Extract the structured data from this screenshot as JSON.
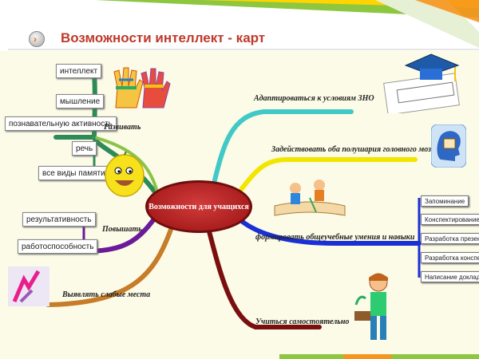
{
  "title": "Возможности интеллект - карт",
  "center_label": "Возможности для учащихся",
  "branches": {
    "develop": {
      "label": "Развивать",
      "items": [
        "интеллект",
        "мышление",
        "познавательную активность",
        "речь",
        "все виды памяти"
      ]
    },
    "increase": {
      "label": "Повышать",
      "items": [
        "результативность",
        "работоспособность"
      ]
    },
    "reveal": {
      "label": "Выявлять слабые места"
    },
    "adapt": {
      "label": "Адаптироваться к условиям ЗНО"
    },
    "hemispheres": {
      "label": "Задействовать оба полушария головного мозга"
    },
    "skills": {
      "label": "формировать общеучебные умения и навыки",
      "items": [
        "Запоминание",
        "Конспектирование",
        "Разработка презентаций",
        "Разработка конспектов",
        "Написание докладов"
      ]
    },
    "self_study": {
      "label": "Учиться самостоятельно"
    }
  },
  "colors": {
    "title": "#c0392b",
    "center": "#b22222",
    "develop_branch": "#2e8b57",
    "increase_branch": "#6a1b9a",
    "reveal_branch": "#c77c2a",
    "adapt_branch": "#40c9c6",
    "hemispheres_branch": "#f2e600",
    "skills_branch": "#1a2fd6",
    "self_study_branch": "#7a0f0f"
  },
  "icons": {
    "hands": "painted-hands-icon",
    "lemon": "smiling-lemon-icon",
    "graduation": "graduation-cap-diploma-icon",
    "head": "head-book-icon",
    "kids": "kids-on-book-icon",
    "arrows": "arrows-graphic-icon",
    "boy": "boy-watering-plant-icon"
  }
}
